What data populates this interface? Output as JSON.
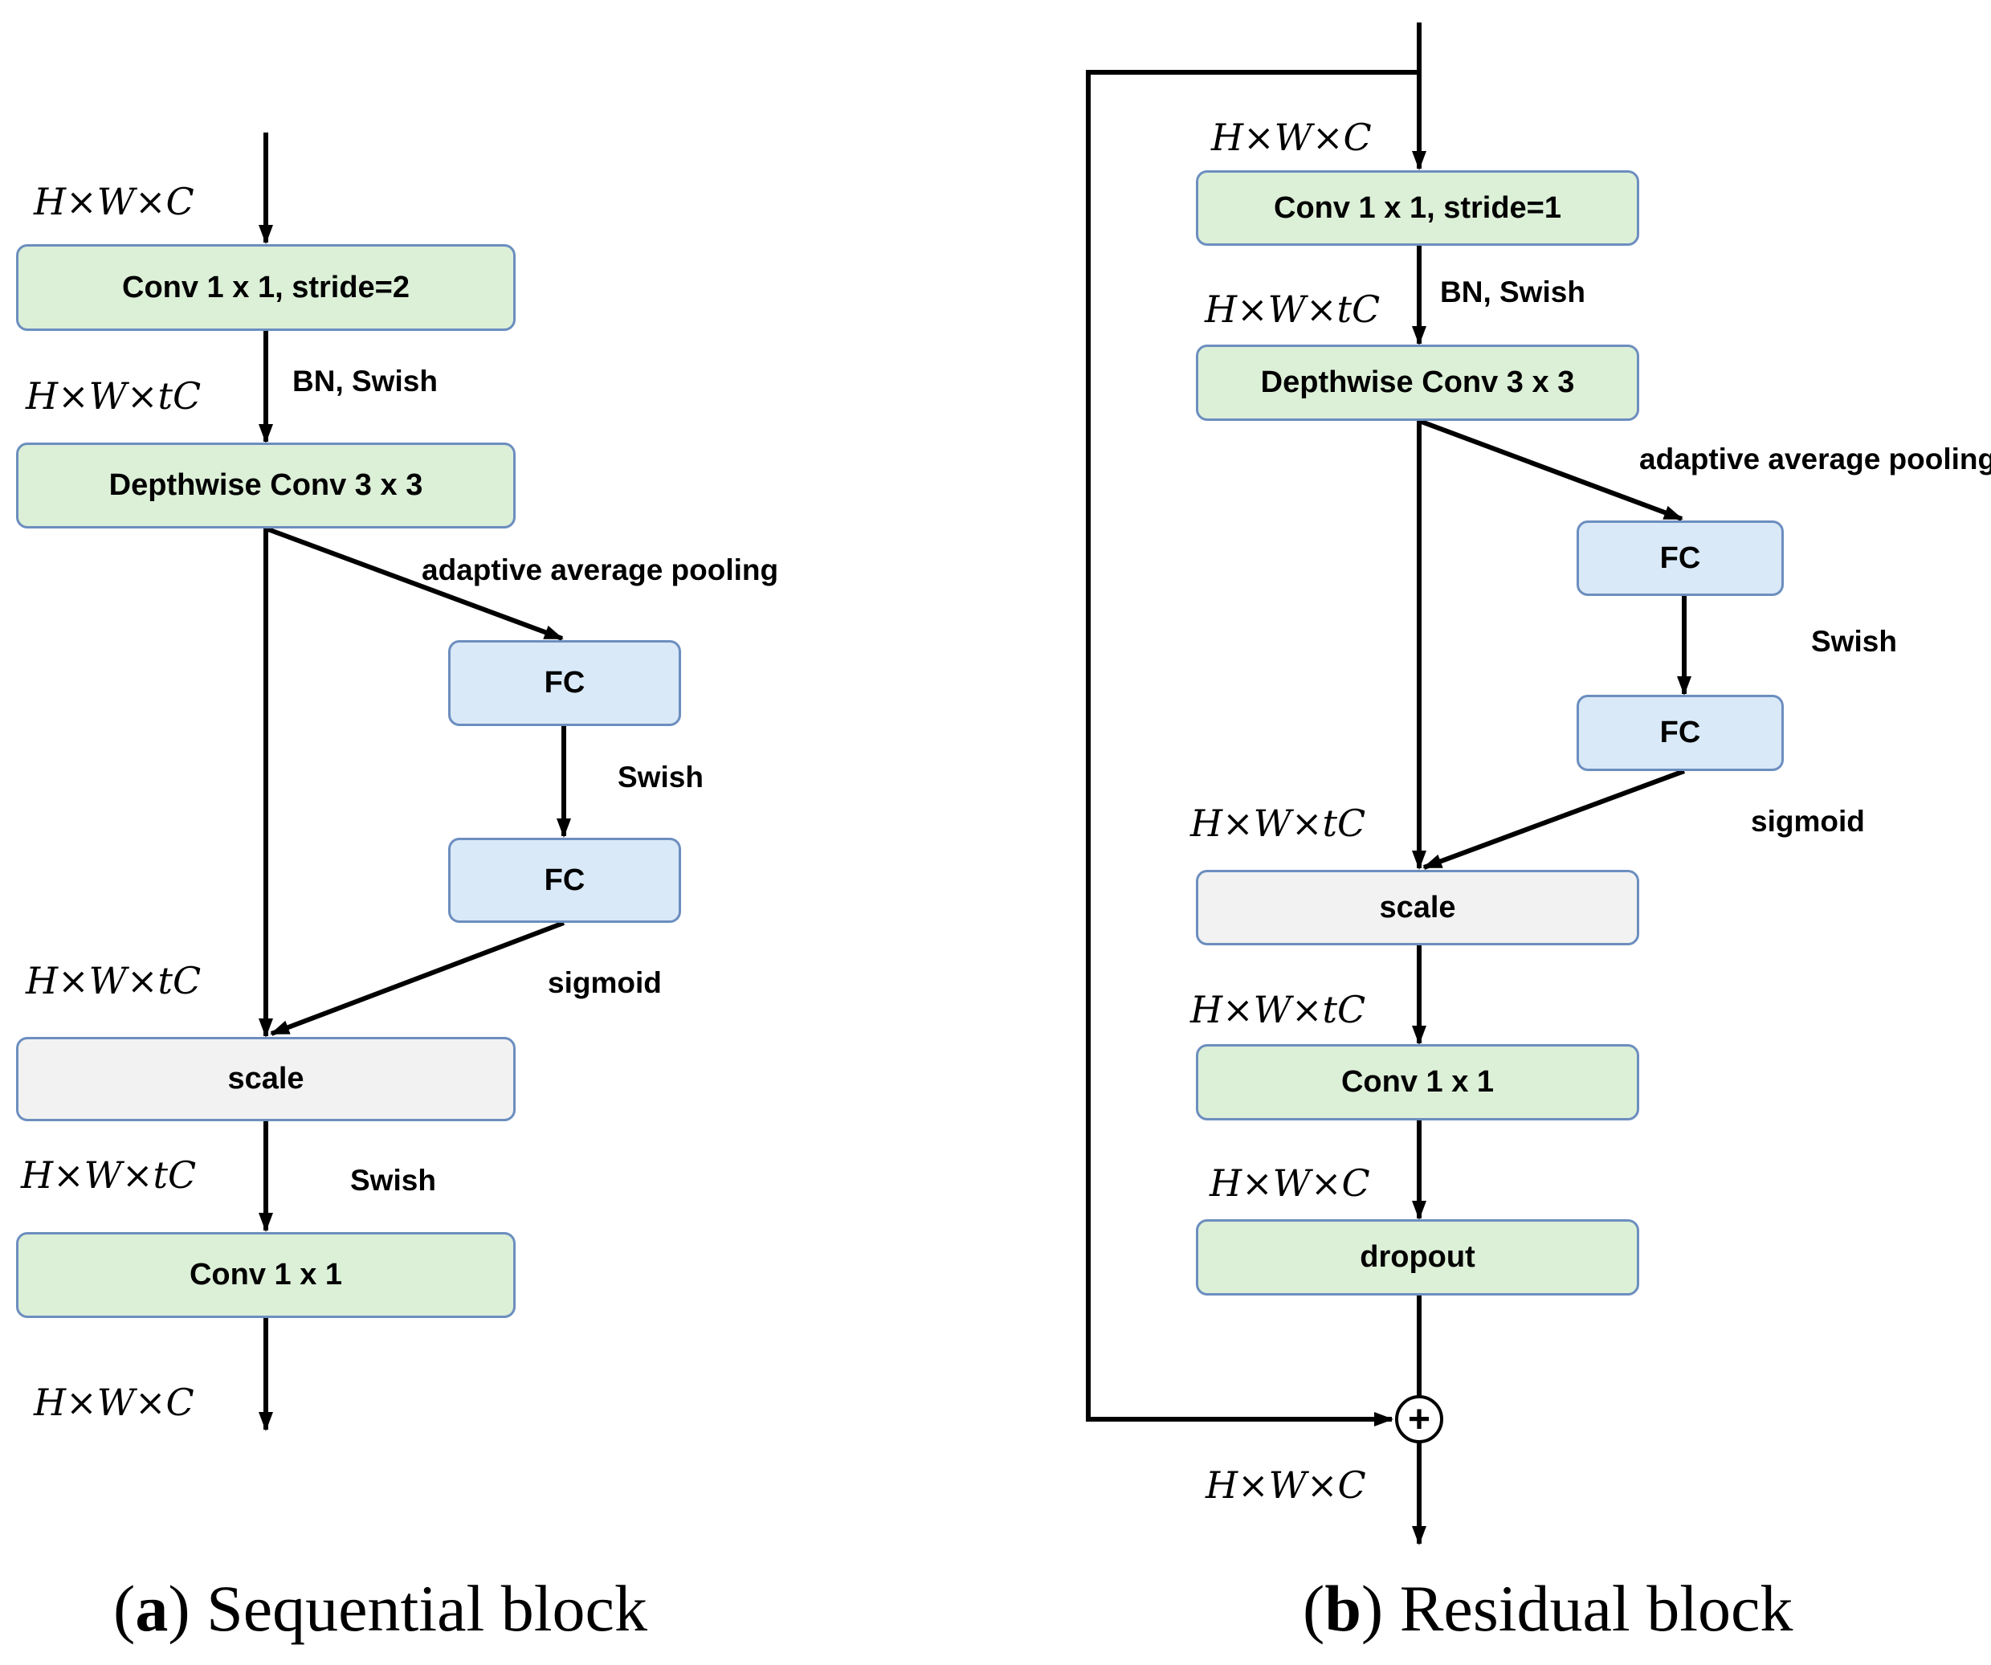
{
  "panel_a": {
    "conv1": "Conv 1 x 1, stride=2",
    "dwconv": "Depthwise Conv 3 x 3",
    "fc1": "FC",
    "fc2": "FC",
    "scale": "scale",
    "conv2": "Conv 1 x 1",
    "lbl_bn_swish": "BN, Swish",
    "lbl_pool": "adaptive average pooling",
    "lbl_swish_fc": "Swish",
    "lbl_sigmoid": "sigmoid",
    "lbl_swish_out": "Swish",
    "dim_in": "H×W×C",
    "dim_after_conv": "H×W×tC",
    "dim_before_scale": "H×W×tC",
    "dim_after_scale": "H×W×tC",
    "dim_out": "H×W×C",
    "caption_letter": "a",
    "caption_text": "Sequential block"
  },
  "panel_b": {
    "conv1": "Conv 1 x 1, stride=1",
    "dwconv": "Depthwise Conv 3 x 3",
    "fc1": "FC",
    "fc2": "FC",
    "scale": "scale",
    "conv2": "Conv 1 x 1",
    "dropout": "dropout",
    "add": "+",
    "lbl_bn_swish": "BN, Swish",
    "lbl_pool": "adaptive average pooling",
    "lbl_swish_fc": "Swish",
    "lbl_sigmoid": "sigmoid",
    "dim_in": "H×W×C",
    "dim_after_conv": "H×W×tC",
    "dim_before_scale": "H×W×tC",
    "dim_after_scale": "H×W×tC",
    "dim_before_dropout": "H×W×C",
    "dim_out": "H×W×C",
    "caption_letter": "b",
    "caption_text": "Residual block"
  }
}
